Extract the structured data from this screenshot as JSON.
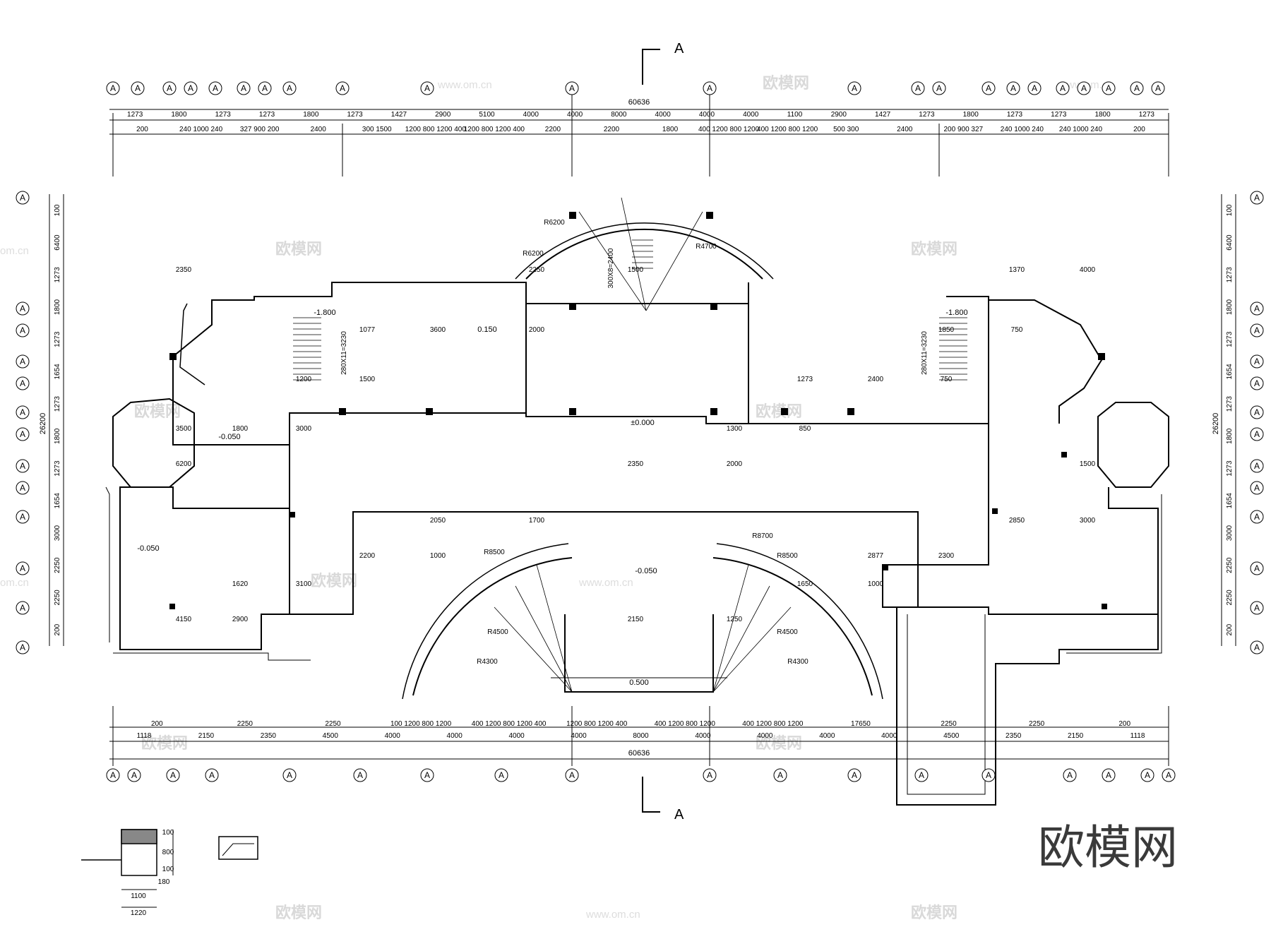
{
  "title": "",
  "section_mark": "A",
  "axis_mark": "A",
  "overall_dim": "60636",
  "total_height": "26200",
  "top_dims_row1": [
    "1273",
    "1800",
    "1273",
    "1273",
    "1800",
    "1273",
    "1427",
    "2900",
    "5100",
    "4000",
    "4000",
    "8000",
    "4000",
    "4000",
    "4000",
    "1100",
    "2900",
    "1427",
    "1273",
    "1800",
    "1273",
    "1273",
    "1800",
    "1273"
  ],
  "top_dims_row2": [
    "200",
    "240 1000 240",
    "327 900 200",
    "2400",
    "300 1500",
    "1200 800 1200 400",
    "1200 800 1200 400",
    "2200",
    "2200",
    "1800",
    "400 1200 800 1200",
    "400 1200 800 1200",
    "500 300",
    "2400",
    "200 900 327",
    "240 1000 240",
    "240 1000 240",
    "200"
  ],
  "bottom_dims_row1": [
    "1118",
    "2150",
    "2350",
    "4500",
    "4000",
    "4000",
    "4000",
    "4000",
    "8000",
    "4000",
    "4000",
    "4000",
    "4000",
    "4500",
    "2350",
    "2150",
    "1118"
  ],
  "bottom_dims_row2": [
    "200",
    "2250",
    "2250",
    "100 1200 800 1200",
    "400 1200 800 1200 400",
    "1200 800 1200 400",
    "400 1200 800 1200",
    "400 1200 800 1200",
    "17650",
    "2250",
    "2250",
    "200"
  ],
  "left_dims": [
    "100",
    "6400",
    "1273",
    "1800",
    "1273",
    "1654",
    "1273",
    "1800",
    "1273",
    "1654",
    "3000",
    "2250",
    "2250",
    "200"
  ],
  "right_dims": [
    "100",
    "6400",
    "1273",
    "1800",
    "1273",
    "1654",
    "1273",
    "1800",
    "1273",
    "1654",
    "3000",
    "2250",
    "2250",
    "200"
  ],
  "interior_dims": [
    "2350",
    "2000",
    "750",
    "3000",
    "2000",
    "3000",
    "1000",
    "1000",
    "2900",
    "1500",
    "750",
    "1500",
    "850",
    "6200",
    "1700",
    "2300",
    "3100",
    "1250",
    "4000",
    "3600",
    "2400",
    "1800",
    "2350",
    "2850",
    "2200",
    "1650",
    "4150",
    "2250",
    "1850",
    "1200",
    "1300",
    "1500",
    "2050",
    "2877",
    "1620",
    "2150",
    "1370",
    "1077",
    "1273",
    "3500"
  ],
  "radius_labels": [
    "R6200",
    "R6200",
    "R4700",
    "R8500",
    "R8700",
    "R8500",
    "R4500",
    "R4300",
    "R4500",
    "R4300"
  ],
  "stair_labels": [
    "300X8=2400",
    "280X11=3230",
    "280X11=3230"
  ],
  "levels": [
    "-1.800",
    "-1.800",
    "-0.050",
    "-0.050",
    "-0.050",
    "±0.000",
    "0.150",
    "0.500"
  ],
  "detail_dims": [
    "100",
    "800",
    "100",
    "180",
    "1100",
    "1220"
  ],
  "watermark_text": "欧模网",
  "watermark_url": "www.om.cn",
  "watermark_edge": "om.cn",
  "logo_text": "欧模网"
}
